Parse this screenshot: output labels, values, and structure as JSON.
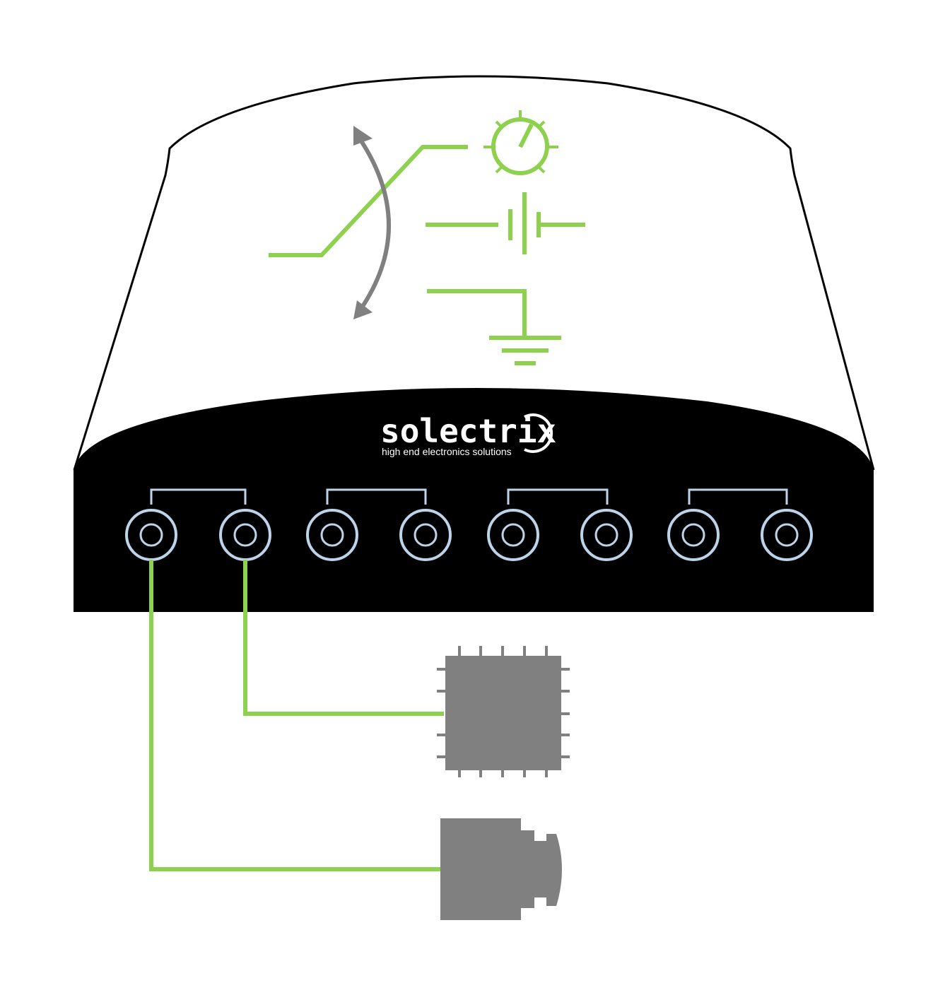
{
  "brand": {
    "name": "solectrix",
    "tagline": "high end electronics solutions"
  },
  "colors": {
    "signal": "#8dd14f",
    "device_gray": "#808080",
    "housing_black": "#000000",
    "port_ring": "#bcd3ea",
    "outline": "#000000"
  },
  "ports": {
    "pairs": 4,
    "per_pair": 2
  }
}
